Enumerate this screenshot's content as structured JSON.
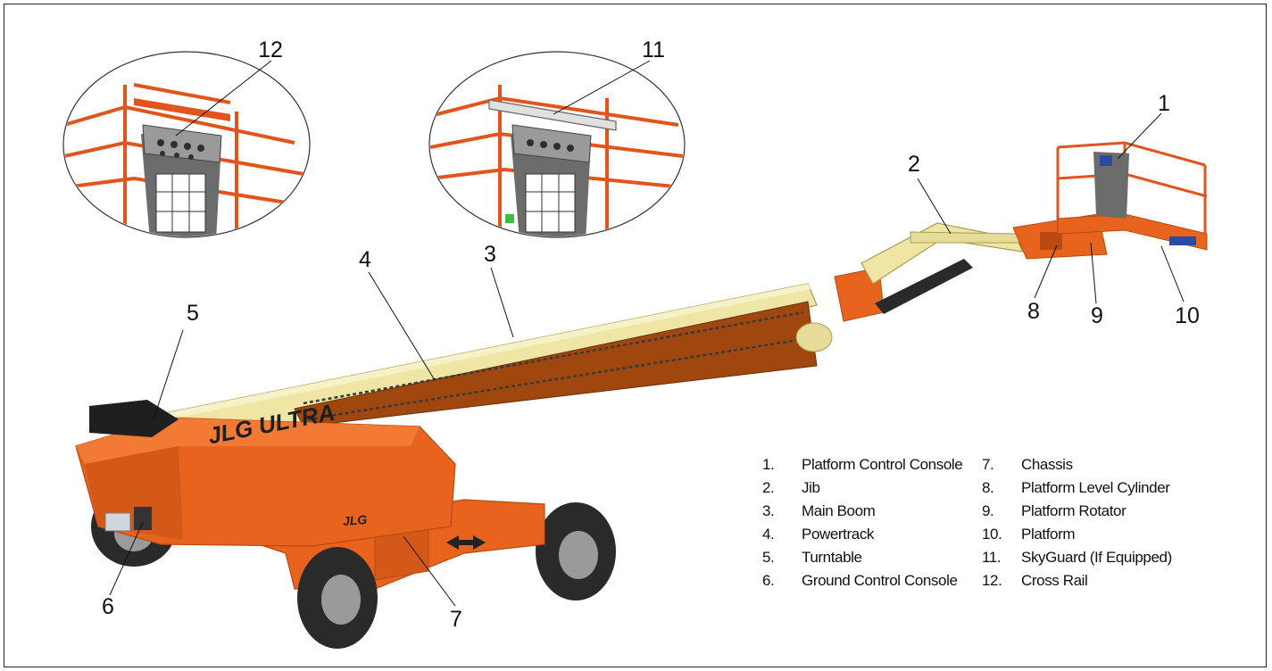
{
  "callouts": {
    "c1": "1",
    "c2": "2",
    "c3": "3",
    "c4": "4",
    "c5": "5",
    "c6": "6",
    "c7": "7",
    "c8": "8",
    "c9": "9",
    "c10": "10",
    "c11": "11",
    "c12": "12"
  },
  "legend": {
    "left": [
      {
        "num": "1.",
        "label": "Platform Control Console"
      },
      {
        "num": "2.",
        "label": "Jib"
      },
      {
        "num": "3.",
        "label": "Main Boom"
      },
      {
        "num": "4.",
        "label": "Powertrack"
      },
      {
        "num": "5.",
        "label": "Turntable"
      },
      {
        "num": "6.",
        "label": "Ground Control Console"
      }
    ],
    "right": [
      {
        "num": "7.",
        "label": "Chassis"
      },
      {
        "num": "8.",
        "label": "Platform Level Cylinder"
      },
      {
        "num": "9.",
        "label": "Platform Rotator"
      },
      {
        "num": "10.",
        "label": "Platform"
      },
      {
        "num": "11.",
        "label": "SkyGuard (If Equipped)"
      },
      {
        "num": "12.",
        "label": "Cross Rail"
      }
    ]
  },
  "decals": {
    "boom_brand": "JLG ULTRA",
    "turntable_brand": "JLG"
  },
  "colors": {
    "orange": "#e8641e",
    "orange_dark": "#b84a12",
    "boom_yellow": "#efe6a6",
    "boom_yellow_dark": "#c9bd72",
    "rail_orange": "#e2541c",
    "tire": "#2a2a2a",
    "rim": "#9a9a9a",
    "console_gray": "#8c8c8c",
    "skyguard_bar": "#d8d8d8"
  }
}
